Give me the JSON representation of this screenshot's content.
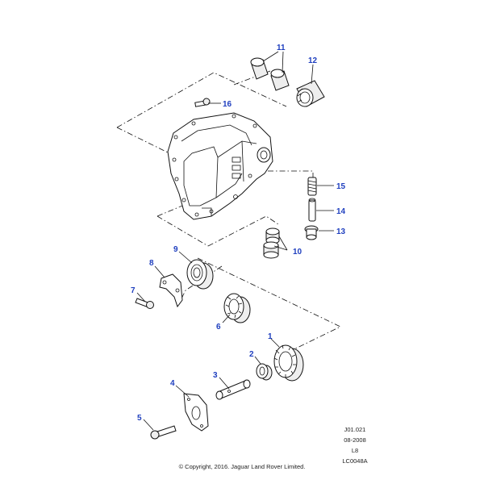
{
  "callouts": {
    "c1": "1",
    "c2": "2",
    "c3": "3",
    "c4": "4",
    "c5": "5",
    "c6": "6",
    "c7": "7",
    "c8": "8",
    "c9": "9",
    "c10": "10",
    "c11": "11",
    "c12": "12",
    "c13": "13",
    "c14": "14",
    "c15": "15",
    "c16": "16"
  },
  "meta": {
    "code": "J01.021",
    "date": "08-2008",
    "model": "L8",
    "ref": "LC0048A"
  },
  "copyright": "© Copyright, 2016. Jaguar Land Rover Limited.",
  "colors": {
    "callout": "#1f3fbf",
    "line": "#111111"
  }
}
